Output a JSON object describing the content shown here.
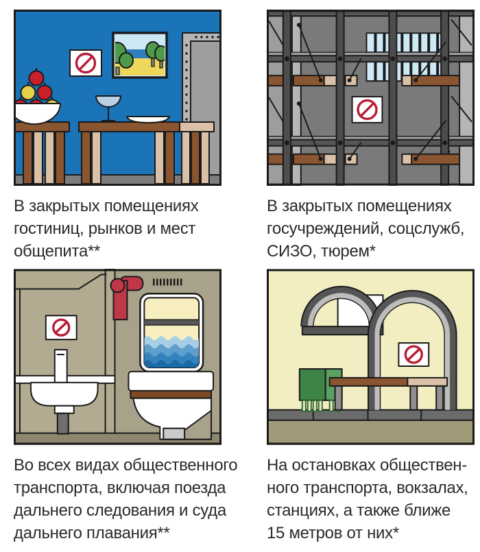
{
  "palette": {
    "page-bg": "#ffffff",
    "ink": "#1a1a1a",
    "text": "#2a2a2a",
    "sign-red": "#b81b34",
    "wall-blue": "#1b74b8",
    "floor-gray": "#7d7d7d",
    "wood-brown": "#8a5531",
    "wood-tan": "#d9c0a6",
    "door-frame": "#b5b5b5",
    "door-panel": "#9e9e9e",
    "sky-blue": "#cde9f5",
    "sea-blue": "#2e7fba",
    "field-yellow": "#eed75b",
    "tree-green": "#4d9a4a",
    "trunk-gray": "#8a8a7a",
    "apple-red": "#c9202c",
    "apple-yellow": "#e5d14b",
    "glass-blue": "#b9cfe4",
    "steel-mid": "#7a7a7a",
    "steel-panel": "#9d9d9d",
    "steel-strip": "#b5b5b5",
    "steel-dark": "#565656",
    "post-dark": "#4d4d4d",
    "window-blue": "#cde9f5",
    "lav-wall-left": "#b2ab92",
    "lav-wall-right": "#a9a28a",
    "lav-floor": "#8e876e",
    "pipe-red": "#bf3848",
    "window-cream": "#f7efc0",
    "wave-1": "#a6cfe6",
    "wave-2": "#5f9fcc",
    "wave-3": "#3583bd",
    "wave-4": "#1b6aa8",
    "toilet-brown": "#7d4a26",
    "pedestal-gray": "#c9c9c9",
    "drain-gray": "#6e6e6e",
    "stop-bg": "#f3edc2",
    "stop-ground": "#a19a79",
    "curb-gray": "#6b6b6b",
    "arch-light": "#bdbdbd",
    "bench-gray": "#8f8f8f",
    "bin-dark": "#3f8447",
    "bin-light": "#5aa061",
    "bin-edge": "#2f6b36"
  },
  "cards": [
    {
      "name": "hotels-markets-catering",
      "illustration": "dining-room-with-no-smoking-sign",
      "caption_lines": [
        "В закрытых помещениях",
        "гостиниц, рынков и мест",
        "общепита**"
      ]
    },
    {
      "name": "state-institutions-prisons",
      "illustration": "prison-interior-with-no-smoking-sign",
      "caption_lines": [
        "В закрытых помещениях",
        "госучреждений, соцслужб,",
        "СИЗО, тюрем*"
      ]
    },
    {
      "name": "public-transport",
      "illustration": "train-ship-lavatory-with-no-smoking-sign",
      "caption_lines": [
        "Во всех видах общественного",
        "транспорта, включая поезда",
        "дальнего следования и суда",
        "дальнего плавания**"
      ]
    },
    {
      "name": "transport-stops",
      "illustration": "transit-stop-shelter-with-no-smoking-sign",
      "caption_lines": [
        "На остановках обществен-",
        "ного транспорта, вокзалах,",
        "станциях, а также ближе",
        "15 метров от них*"
      ]
    }
  ]
}
